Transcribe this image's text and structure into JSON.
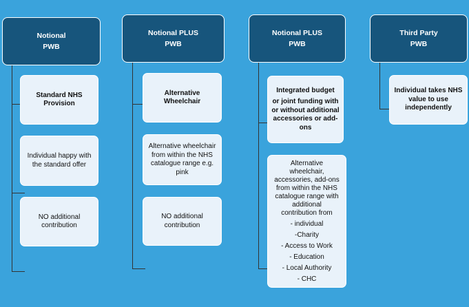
{
  "columns": [
    {
      "header": [
        "Notional",
        "PWB"
      ],
      "cards": [
        {
          "lines": [
            "Standard NHS",
            "Provision"
          ],
          "bold": true
        },
        {
          "lines": [
            "Individual happy with",
            "the standard offer"
          ],
          "bold": false
        },
        {
          "lines": [
            "NO additional",
            "contribution"
          ],
          "bold": false
        }
      ]
    },
    {
      "header": [
        "Notional PLUS",
        "PWB"
      ],
      "cards": [
        {
          "lines": [
            "Alternative",
            "Wheelchair"
          ],
          "bold": true
        },
        {
          "lines": [
            "Alternative wheelchair",
            "from within the NHS",
            "catalogue range e.g.",
            "pink"
          ],
          "bold": false
        },
        {
          "lines": [
            "NO additional",
            "contribution"
          ],
          "bold": false
        }
      ]
    },
    {
      "header": [
        "Notional PLUS",
        "PWB"
      ],
      "cards": [
        {
          "lines": [
            "Integrated budget",
            "or joint funding with",
            "or without additional",
            "accessories or add-",
            "ons"
          ],
          "bold": true
        },
        {
          "lines": [
            "Alternative",
            "wheelchair,",
            "accessories, add-ons",
            "from within the NHS",
            "catalogue range with",
            "additional",
            "contribution from",
            "- individual",
            "-Charity",
            "- Access to Work",
            "- Education",
            "- Local Authority",
            "- CHC"
          ],
          "bold": false
        }
      ]
    },
    {
      "header": [
        "Third Party",
        "PWB"
      ],
      "cards": [
        {
          "lines": [
            "Individual takes NHS",
            "value to use",
            "independently"
          ],
          "bold": true
        }
      ]
    }
  ],
  "colors": {
    "background": "#3aa3dc",
    "header_fill": "#17557c",
    "card_fill": "#e9f2fa",
    "connector": "#333333"
  }
}
